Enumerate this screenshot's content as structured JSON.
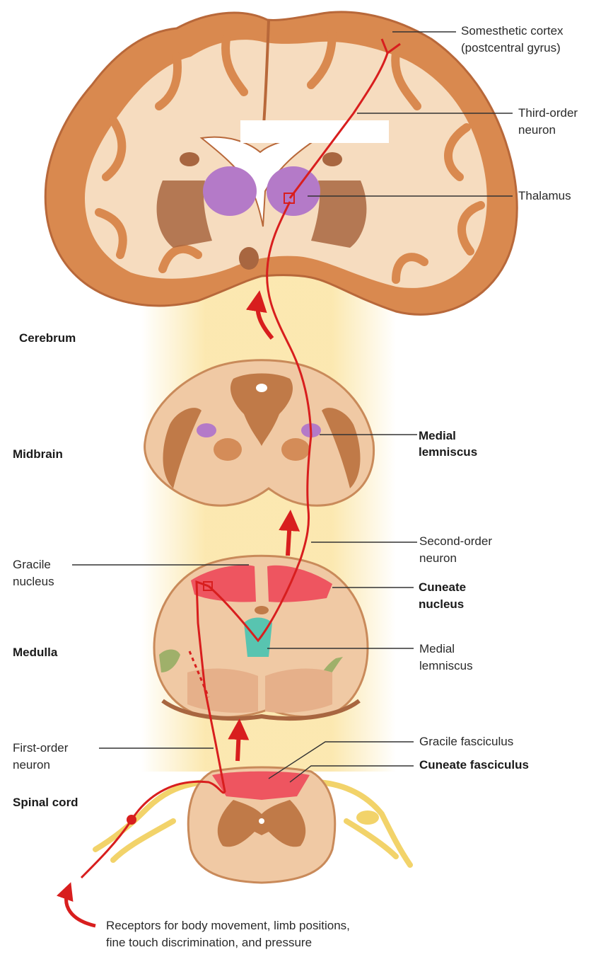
{
  "regions": {
    "cerebrum": "Cerebrum",
    "midbrain": "Midbrain",
    "medulla": "Medulla",
    "spinal_cord": "Spinal cord"
  },
  "labels": {
    "somesthetic_1": "Somesthetic cortex",
    "somesthetic_2": "(postcentral gyrus)",
    "third_order_1": "Third-order",
    "third_order_2": "neuron",
    "thalamus": "Thalamus",
    "medial_lemniscus_mid_1": "Medial",
    "medial_lemniscus_mid_2": "lemniscus",
    "second_order_1": "Second-order",
    "second_order_2": "neuron",
    "gracile_nucleus_1": "Gracile",
    "gracile_nucleus_2": "nucleus",
    "cuneate_nucleus_1": "Cuneate",
    "cuneate_nucleus_2": "nucleus",
    "medial_lemniscus_med_1": "Medial",
    "medial_lemniscus_med_2": "lemniscus",
    "first_order_1": "First-order",
    "first_order_2": "neuron",
    "gracile_fasciculus": "Gracile fasciculus",
    "cuneate_fasciculus": "Cuneate fasciculus",
    "receptors_1": "Receptors for body movement, limb positions,",
    "receptors_2": "fine touch discrimination, and pressure"
  },
  "colors": {
    "pathway": "#d81e1e",
    "cortex": "#d9894f",
    "white_matter": "#f6dcbf",
    "thalamus": "#b47ac8",
    "nucleus": "#ee5560",
    "lemniscus_medulla": "#58c4b0",
    "nerve": "#f2d36a",
    "glow": "#fbe6a8"
  }
}
